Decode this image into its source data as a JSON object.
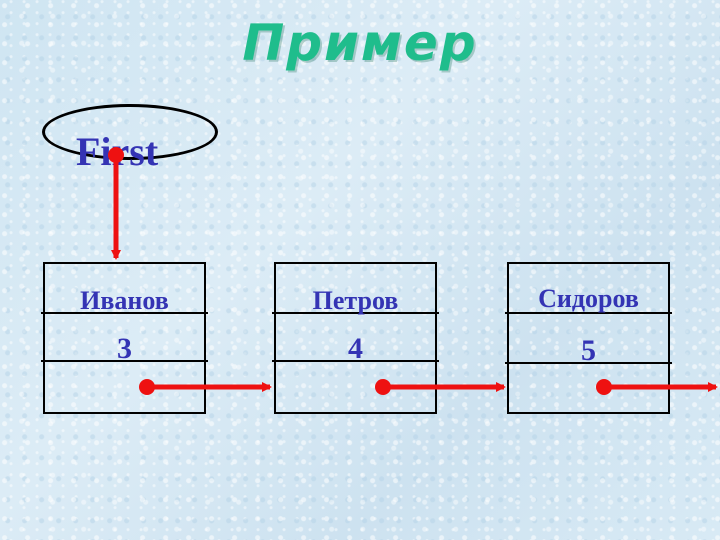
{
  "title": "Пример",
  "pointer_label": "First",
  "nodes": [
    {
      "name": "Иванов",
      "value": "3"
    },
    {
      "name": "Петров",
      "value": "4"
    },
    {
      "name": "Сидоров",
      "value": "5"
    }
  ],
  "colors": {
    "title": "#1fbd8c",
    "text": "#3434b4",
    "arrow": "#ee1111",
    "border": "#000000"
  }
}
